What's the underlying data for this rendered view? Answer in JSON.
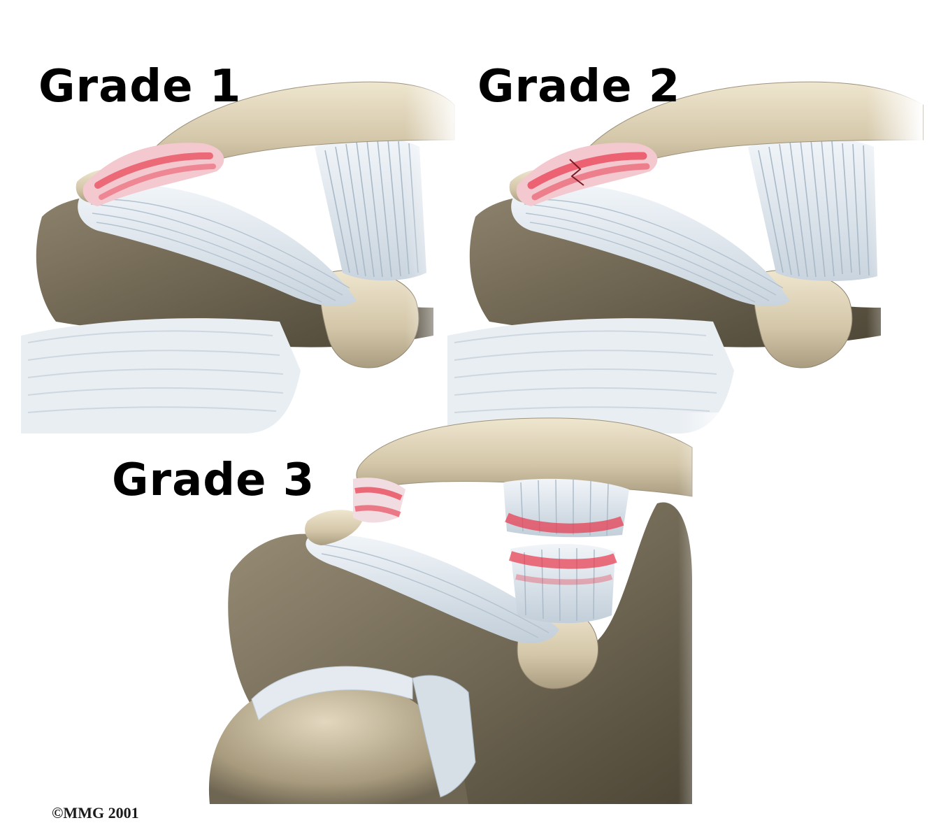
{
  "figure": {
    "panels": [
      {
        "label": "Grade 1",
        "injury": "sprain"
      },
      {
        "label": "Grade 2",
        "injury": "partial-tear"
      },
      {
        "label": "Grade 3",
        "injury": "complete-tear"
      }
    ],
    "copyright": "©MMG 2001"
  },
  "colors": {
    "bone": "#d9cdb2",
    "bone_shadow": "#6e6552",
    "ligament": "#dfe7ee",
    "ligament_stripe": "#b8c6d2",
    "injury_red": "#e8364a",
    "background": "#ffffff"
  }
}
